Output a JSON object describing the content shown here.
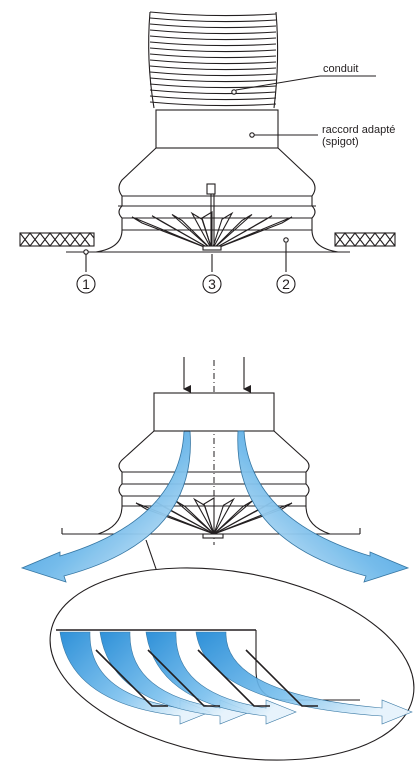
{
  "labels": {
    "conduit": "conduit",
    "raccord_line1": "raccord adapté",
    "raccord_line2": "(spigot)"
  },
  "markers": [
    "1",
    "3",
    "2"
  ],
  "colors": {
    "line": "#231f20",
    "airflow_dark": "#1e88d6",
    "airflow_light": "#e6f3fc"
  }
}
